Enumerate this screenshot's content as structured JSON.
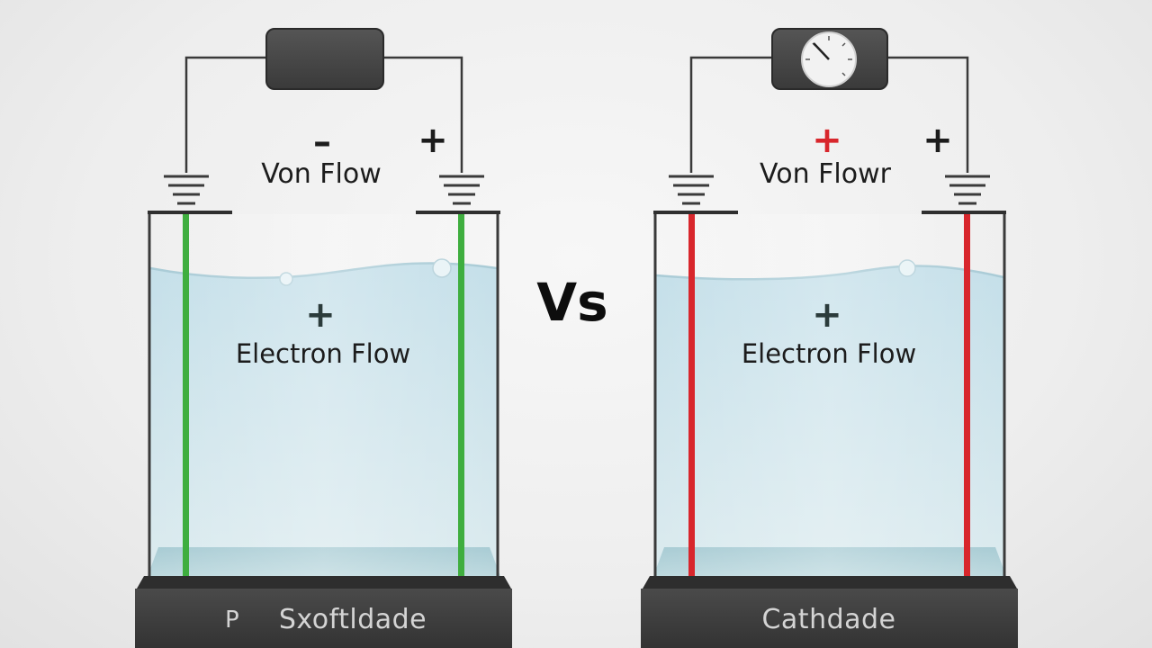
{
  "comparison_label": "Vs",
  "left_cell": {
    "terminal_left_sign": "–",
    "terminal_right_sign": "+",
    "top_label": "Von Flow",
    "inner_sign": "+",
    "inner_label": "Electron Flow",
    "base_prefix": "P",
    "base_label": "Sxoftldade",
    "electrode_color": "#3fae3f",
    "meter": "blank-box"
  },
  "right_cell": {
    "terminal_left_sign": "+",
    "terminal_right_sign": "+",
    "top_label": "Von Flowr",
    "inner_sign": "+",
    "inner_label": "Electron Flow",
    "base_label": "Cathdade",
    "electrode_color": "#d8262c",
    "meter": "analog-gauge"
  },
  "colors": {
    "wire": "#3a3a3a",
    "electrolyte": "#cfe6ee",
    "base": "#3d3d3d",
    "negative_sign": "#1c1c1c",
    "positive_sign_red": "#d8262c"
  }
}
